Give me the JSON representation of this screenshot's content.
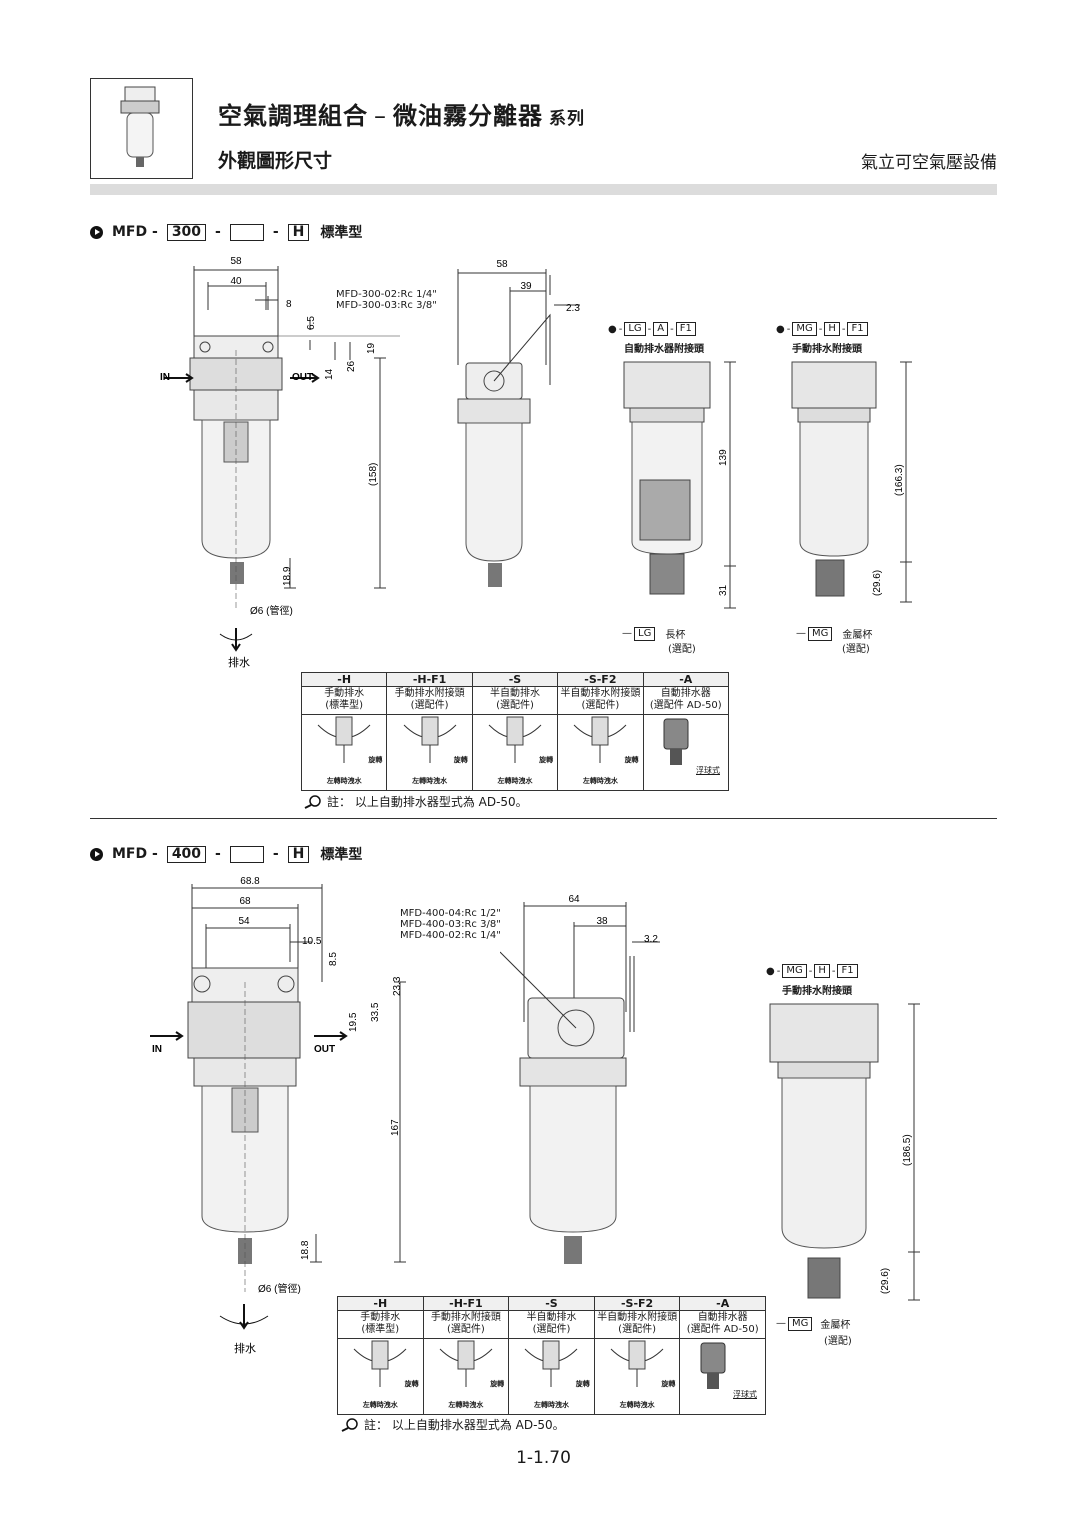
{
  "header": {
    "title_main": "空氣調理組合",
    "title_dash": "–",
    "title_product": "微油霧分離器",
    "title_series": "系列",
    "subtitle": "外觀圖形尺寸",
    "company": "氣立可空氣壓設備"
  },
  "section300": {
    "prefix": "MFD -",
    "size": "300",
    "dash1": "-",
    "blank": "",
    "dash2": "-",
    "option": "H",
    "type_label": "標準型",
    "front_dims": {
      "d58": "58",
      "d40": "40",
      "d8": "8",
      "d6_5": "6.5",
      "d19": "19",
      "d26": "26",
      "d14": "14",
      "d158": "(158)",
      "d18_9": "18.9",
      "tube": "Ø6 (管徑)"
    },
    "side_dims": {
      "d58": "58",
      "d39": "39",
      "d2_3": "2.3",
      "port1": "MFD-300-02:Rc 1/4\"",
      "port2": "MFD-300-03:Rc 3/8\""
    },
    "in_label": "IN",
    "out_label": "OUT",
    "drain_label": "排水",
    "lg_option": {
      "bullet": "●",
      "dash": "-",
      "b1": "LG",
      "b2": "A",
      "b3": "F1",
      "caption": "自動排水器附接頭",
      "d139": "139",
      "d31": "31",
      "cup_box": "LG",
      "cup_name": "長杯",
      "cup_opt": "(選配)"
    },
    "mg_option": {
      "bullet": "●",
      "dash": "-",
      "b1": "MG",
      "b2": "H",
      "b3": "F1",
      "caption": "手動排水附接頭",
      "d166": "(166.3)",
      "d29": "(29.6)",
      "cup_box": "MG",
      "cup_name": "金屬杯",
      "cup_opt": "(選配)"
    }
  },
  "section400": {
    "prefix": "MFD -",
    "size": "400",
    "dash1": "-",
    "blank": "",
    "dash2": "-",
    "option": "H",
    "type_label": "標準型",
    "front_dims": {
      "d68_8": "68.8",
      "d68": "68",
      "d54": "54",
      "d10_5": "10.5",
      "d8_5": "8.5",
      "d23_3": "23.3",
      "d33_5": "33.5",
      "d19_5": "19.5",
      "d167": "167",
      "d18_8": "18.8",
      "tube": "Ø6 (管徑)"
    },
    "side_dims": {
      "d64": "64",
      "d38": "38",
      "d3_2": "3.2",
      "port1": "MFD-400-04:Rc 1/2\"",
      "port2": "MFD-400-03:Rc 3/8\"",
      "port3": "MFD-400-02:Rc 1/4\""
    },
    "in_label": "IN",
    "out_label": "OUT",
    "drain_label": "排水",
    "mg_option": {
      "bullet": "●",
      "dash": "-",
      "b1": "MG",
      "b2": "H",
      "b3": "F1",
      "caption": "手動排水附接頭",
      "d186": "(186.5)",
      "d29": "(29.6)",
      "cup_box": "MG",
      "cup_name": "金屬杯",
      "cup_opt": "(選配)"
    }
  },
  "drain_table": {
    "columns": [
      {
        "code": "-H",
        "name": "手動排水",
        "sub": "(標準型)",
        "rotate": "旋轉",
        "bottom": "左轉時洩水"
      },
      {
        "code": "-H-F1",
        "name": "手動排水附接頭",
        "sub": "(選配件)",
        "rotate": "旋轉",
        "bottom": "左轉時洩水"
      },
      {
        "code": "-S",
        "name": "半自動排水",
        "sub": "(選配件)",
        "rotate": "旋轉",
        "bottom": "左轉時洩水"
      },
      {
        "code": "-S-F2",
        "name": "半自動排水附接頭",
        "sub": "(選配件)",
        "rotate": "旋轉",
        "bottom": "左轉時洩水"
      },
      {
        "code": "-A",
        "name": "自動排水器",
        "sub": "(選配件 AD-50)",
        "rotate": "",
        "bottom": "浮球式"
      }
    ],
    "note": "註：  以上自動排水器型式為 AD-50。"
  },
  "page_number": "1-1.70"
}
